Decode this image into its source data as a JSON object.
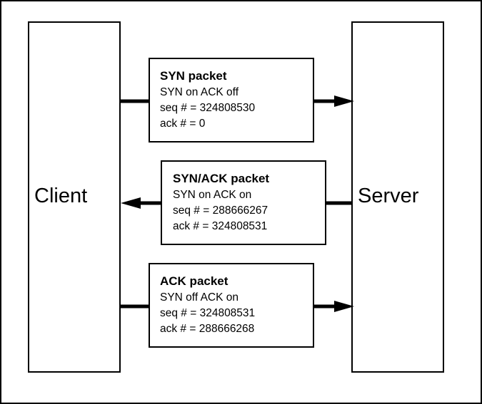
{
  "client": {
    "label": "Client"
  },
  "server": {
    "label": "Server"
  },
  "packets": [
    {
      "title": "SYN packet",
      "flags": "SYN on   ACK off",
      "seq": "seq # = 324808530",
      "ack": "ack # = 0",
      "direction": "client-to-server"
    },
    {
      "title": "SYN/ACK packet",
      "flags": "SYN on   ACK on",
      "seq": "seq # = 288666267",
      "ack": "ack # = 324808531",
      "direction": "server-to-client"
    },
    {
      "title": "ACK packet",
      "flags": "SYN off  ACK on",
      "seq": "seq # = 324808531",
      "ack": "ack # = 288666268",
      "direction": "client-to-server"
    }
  ],
  "colors": {
    "stroke": "#000000",
    "background": "#ffffff"
  }
}
